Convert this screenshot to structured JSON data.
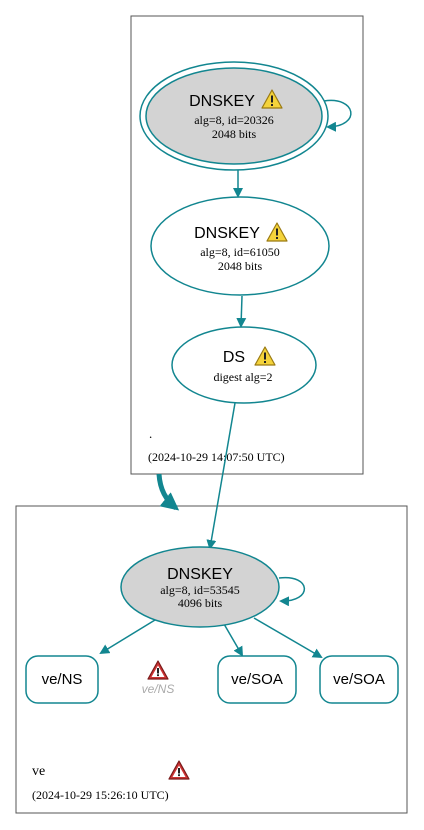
{
  "colors": {
    "edge": "#128690",
    "node_stroke": "#128690",
    "key_fill": "#d3d3d3",
    "zone_stroke": "#555555",
    "warn_fill": "#f4d33b",
    "error_fill": "#cc3333",
    "muted_text": "#aaaaaa"
  },
  "zones": {
    "root": {
      "name": ".",
      "timestamp": "(2024-10-29 14:07:50 UTC)",
      "nodes": {
        "ksk": {
          "title": "DNSKEY",
          "line1": "alg=8, id=20326",
          "line2": "2048 bits",
          "icon": "warning-icon"
        },
        "zsk": {
          "title": "DNSKEY",
          "line1": "alg=8, id=61050",
          "line2": "2048 bits",
          "icon": "warning-icon"
        },
        "ds": {
          "title": "DS",
          "line1": "digest alg=2",
          "icon": "warning-icon"
        }
      }
    },
    "ve": {
      "name": "ve",
      "timestamp": "(2024-10-29 15:26:10 UTC)",
      "zone_icon": "error-icon",
      "nodes": {
        "key": {
          "title": "DNSKEY",
          "line1": "alg=8, id=53545",
          "line2": "4096 bits"
        },
        "ns": {
          "label": "ve/NS"
        },
        "ns_error": {
          "label": "ve/NS",
          "icon": "error-icon"
        },
        "soa1": {
          "label": "ve/SOA"
        },
        "soa2": {
          "label": "ve/SOA"
        }
      }
    }
  }
}
